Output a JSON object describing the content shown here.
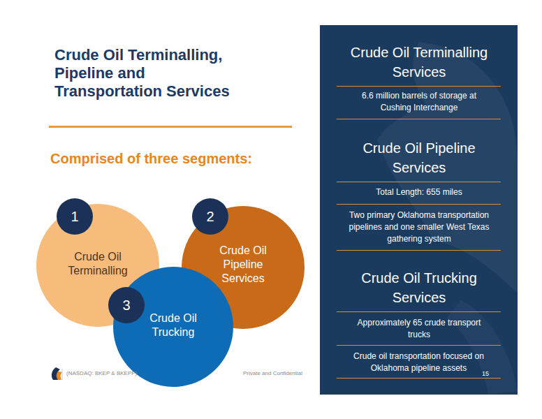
{
  "diagram": {
    "title": "Crude Oil Terminalling, Pipeline and Transportation Services",
    "nodes": [
      {
        "text": [
          "1",
          "Crude Oil Terminalling"
        ]
      },
      {
        "text": [
          "2",
          "Crude Oil Pipeline Services"
        ]
      },
      {
        "text": [
          "3",
          "Crude Oil Trucking"
        ]
      },
      {
        "text": [
          "Crude Oil Terminalling Services",
          "6.6 million barrels of storage at Cushing Interchange",
          "Crude Oil Pipeline Services",
          "Total Length: 655 miles",
          "Two primary Oklahoma transportation pipelines and one smaller West Texas gathering system",
          "Crude Oil Trucking Services",
          "Approximately 65 crude transport trucks",
          "Crude oil transportation focused on Oklahoma pipeline assets"
        ]
      }
    ],
    "labels": [
      "Comprised of three segments:",
      "(NASDAQ: BKEP & BKEPP)",
      "Private and Confidential",
      "15"
    ]
  }
}
